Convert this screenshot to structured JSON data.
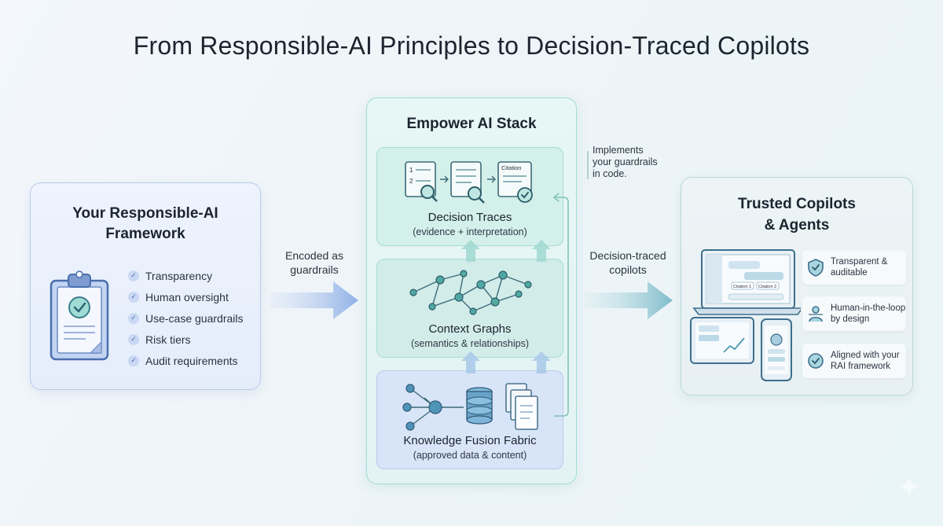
{
  "title": "From Responsible-AI Principles to Decision-Traced Copilots",
  "framework": {
    "title_line1": "Your Responsible-AI",
    "title_line2": "Framework",
    "items": [
      "Transparency",
      "Human oversight",
      "Use-case guardrails",
      "Risk tiers",
      "Audit requirements"
    ],
    "icon": "clipboard-check-icon"
  },
  "arrow_left": {
    "line1": "Encoded as",
    "line2": "guardrails"
  },
  "stack": {
    "title": "Empower AI Stack",
    "note_line1": "Implements",
    "note_line2": "your guardrails",
    "note_line3": "in code.",
    "layers": [
      {
        "name": "Decision Traces",
        "sub": "(evidence + interpretation)",
        "icon_label_1": "1",
        "icon_label_2": "2",
        "icon_label_citation": "Citation"
      },
      {
        "name": "Context Graphs",
        "sub": "(semantics & relationships)"
      },
      {
        "name": "Knowledge Fusion Fabric",
        "sub": "(approved data & content)"
      }
    ]
  },
  "arrow_right": {
    "line1": "Decision-traced",
    "line2": "copilots"
  },
  "copilots": {
    "title_line1": "Trusted Copilots",
    "title_line2": "& Agents",
    "citation_1": "Citation 1",
    "citation_2": "Citation 2",
    "features": [
      {
        "line1": "Transparent &",
        "line2": "auditable",
        "icon": "shield-check-icon"
      },
      {
        "line1": "Human-in-the-loop",
        "line2": "by design",
        "icon": "person-icon"
      },
      {
        "line1": "Aligned with your",
        "line2": "RAI framework",
        "icon": "check-circle-icon"
      }
    ]
  },
  "colors": {
    "framework_accent": "#4a6fae",
    "stack_accent": "#3aa9a0",
    "copilot_accent": "#3f7fa8"
  }
}
